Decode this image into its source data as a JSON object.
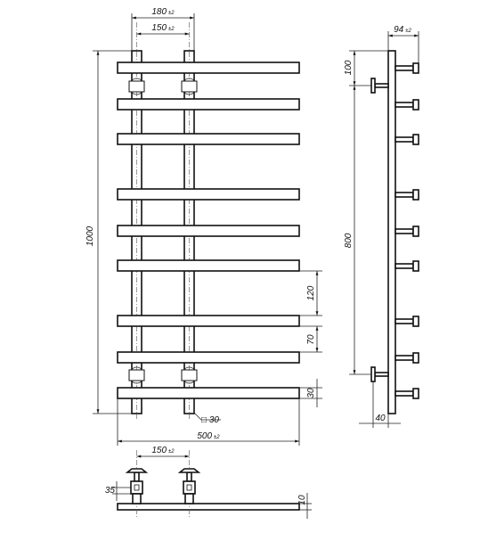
{
  "drawing": {
    "dims": {
      "outer_width": "180",
      "outer_width_tol": "±2",
      "axis_width": "150",
      "axis_width_tol": "±2",
      "height": "1000",
      "rail_pitch": "120",
      "rail_gap": "70",
      "rail_height": "30",
      "tube_section": "□ 30",
      "total_width": "500",
      "total_width_tol": "±2",
      "depth": "94",
      "depth_tol": "±2",
      "top_offset": "100",
      "mount_spacing": "800",
      "wall_gap": "40",
      "bottom_axis": "150",
      "bottom_axis_tol": "±2",
      "connector_35": "35",
      "bottom_bar": "10"
    }
  }
}
